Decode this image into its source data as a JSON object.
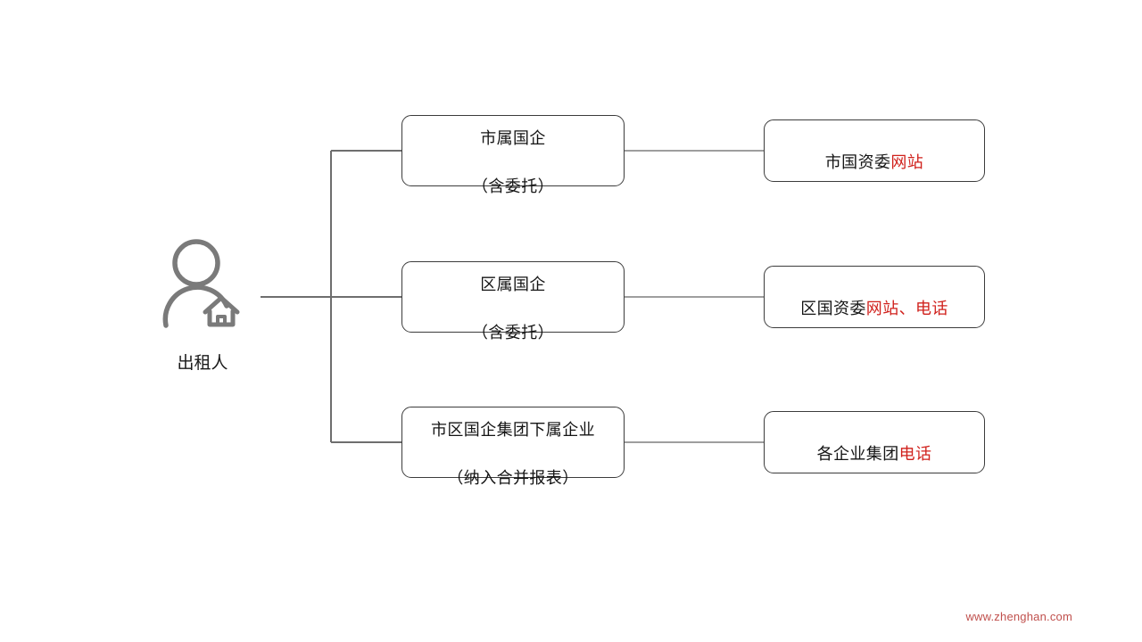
{
  "diagram": {
    "background_color": "#ffffff",
    "line_color": "#6e6e6e",
    "box_border_color": "#3c3c3c",
    "text_color": "#141414",
    "highlight_color": "#d0211c",
    "actor": {
      "icon": "person-with-house-icon",
      "icon_color": "#7a7a7a",
      "label": "出租人"
    },
    "middle_nodes": [
      {
        "id": "city-soe",
        "line1": "市属国企",
        "line2": "（含委托）"
      },
      {
        "id": "district-soe",
        "line1": "区属国企",
        "line2": "（含委托）"
      },
      {
        "id": "subsidiary-soe",
        "line1": "市区国企集团下属企业",
        "line2": "（纳入合并报表）"
      }
    ],
    "right_nodes": [
      {
        "id": "city-sasac",
        "prefix": "市国资委",
        "highlight": "网站",
        "suffix": ""
      },
      {
        "id": "district-sasac",
        "prefix": "区国资委",
        "highlight": "网站、电话",
        "suffix": ""
      },
      {
        "id": "enterprise-group",
        "prefix": "各企业集团",
        "highlight": "电话",
        "suffix": ""
      }
    ],
    "watermark": "www.zhenghan.com"
  }
}
